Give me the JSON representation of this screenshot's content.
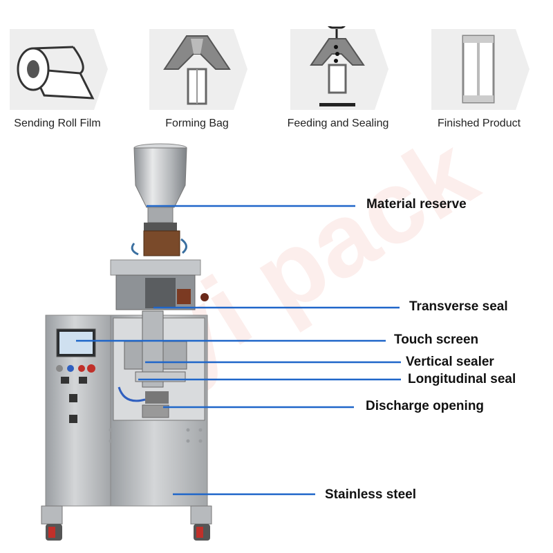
{
  "steps": [
    {
      "label": "Sending Roll Film",
      "icon": "film-roll-icon"
    },
    {
      "label": "Forming Bag",
      "icon": "forming-bag-icon"
    },
    {
      "label": "Feeding and Sealing",
      "icon": "feeding-sealing-icon"
    },
    {
      "label": "Finished Product",
      "icon": "finished-bag-icon"
    }
  ],
  "callouts": [
    {
      "label": "Material reserve"
    },
    {
      "label": "Transverse seal"
    },
    {
      "label": "Touch screen"
    },
    {
      "label": "Vertical sealer"
    },
    {
      "label": "Longitudinal seal"
    },
    {
      "label": "Discharge opening"
    },
    {
      "label": "Stainless steel"
    }
  ],
  "colors": {
    "leader": "#1f66c9",
    "tile": "#eeeeee",
    "steel": "#b9bcbf"
  }
}
